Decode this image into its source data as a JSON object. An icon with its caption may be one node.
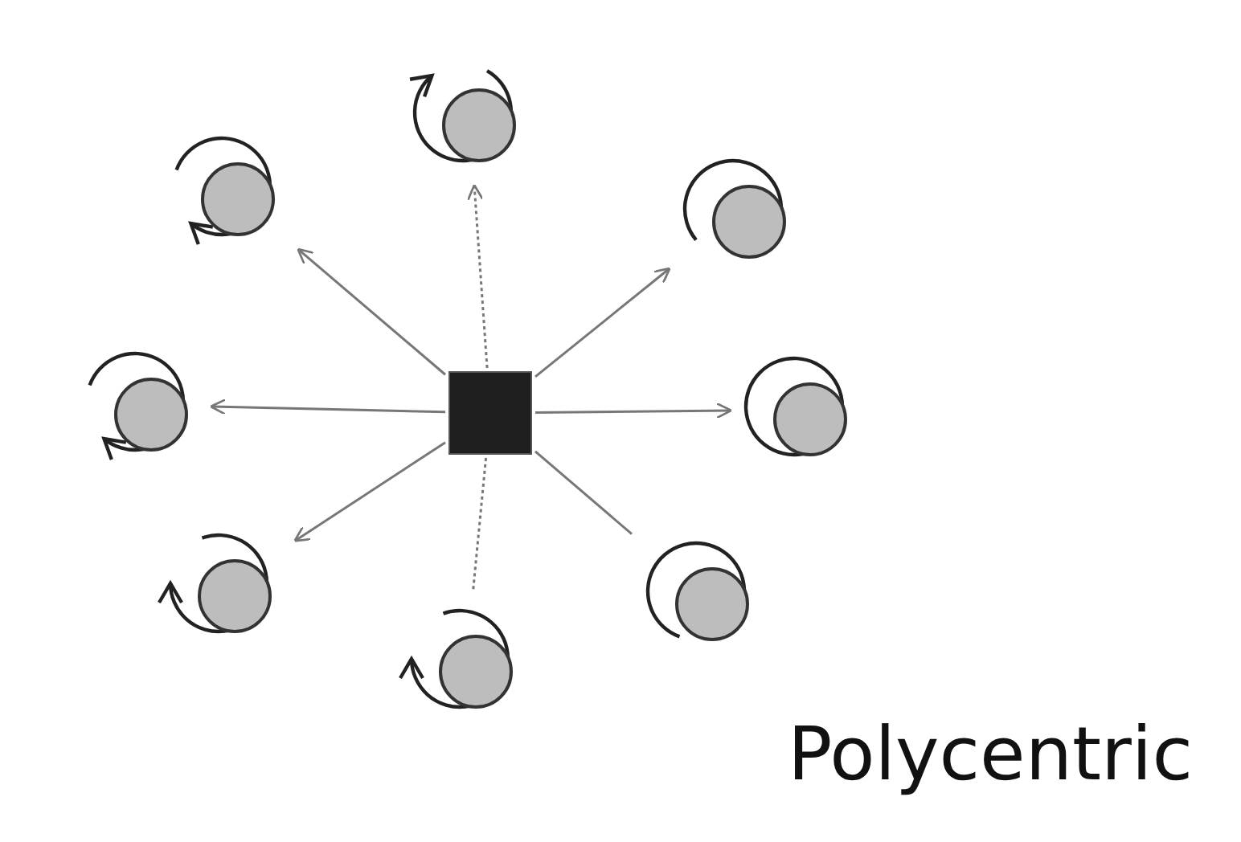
{
  "diagram": {
    "nodes": [
      {
        "text": [],
        "shape": "box"
      },
      {
        "text": [],
        "shape": "circle"
      },
      {
        "text": [],
        "shape": "circle"
      },
      {
        "text": [],
        "shape": "circle"
      },
      {
        "text": [],
        "shape": "circle"
      },
      {
        "text": [],
        "shape": "circle"
      },
      {
        "text": [],
        "shape": "circle"
      },
      {
        "text": [],
        "shape": "circle"
      },
      {
        "text": [],
        "shape": "circle"
      }
    ],
    "edges": [
      {
        "from": 0,
        "to": 1,
        "arrow": "to",
        "style": "dashed"
      },
      {
        "from": 0,
        "to": 2,
        "arrow": "to"
      },
      {
        "from": 0,
        "to": 3,
        "arrow": "to"
      },
      {
        "from": 0,
        "to": 4,
        "arrow": "to"
      },
      {
        "from": 0,
        "to": 5,
        "arrow": "to"
      },
      {
        "from": 0,
        "to": 6,
        "arrow": "to"
      },
      {
        "from": 0,
        "to": 7,
        "arrow": "none"
      },
      {
        "from": 0,
        "to": 8,
        "arrow": "none",
        "style": "dashed"
      },
      {
        "from": 1,
        "to": 1,
        "arrow": "to"
      },
      {
        "from": 2,
        "to": 2,
        "arrow": "to"
      },
      {
        "from": 3,
        "to": 3,
        "arrow": "none"
      },
      {
        "from": 4,
        "to": 4,
        "arrow": "to"
      },
      {
        "from": 5,
        "to": 5,
        "arrow": "none"
      },
      {
        "from": 6,
        "to": 6,
        "arrow": "to"
      },
      {
        "from": 7,
        "to": 7,
        "arrow": "none"
      },
      {
        "from": 8,
        "to": 8,
        "arrow": "to"
      }
    ],
    "labels": [
      "Polycentric"
    ]
  }
}
